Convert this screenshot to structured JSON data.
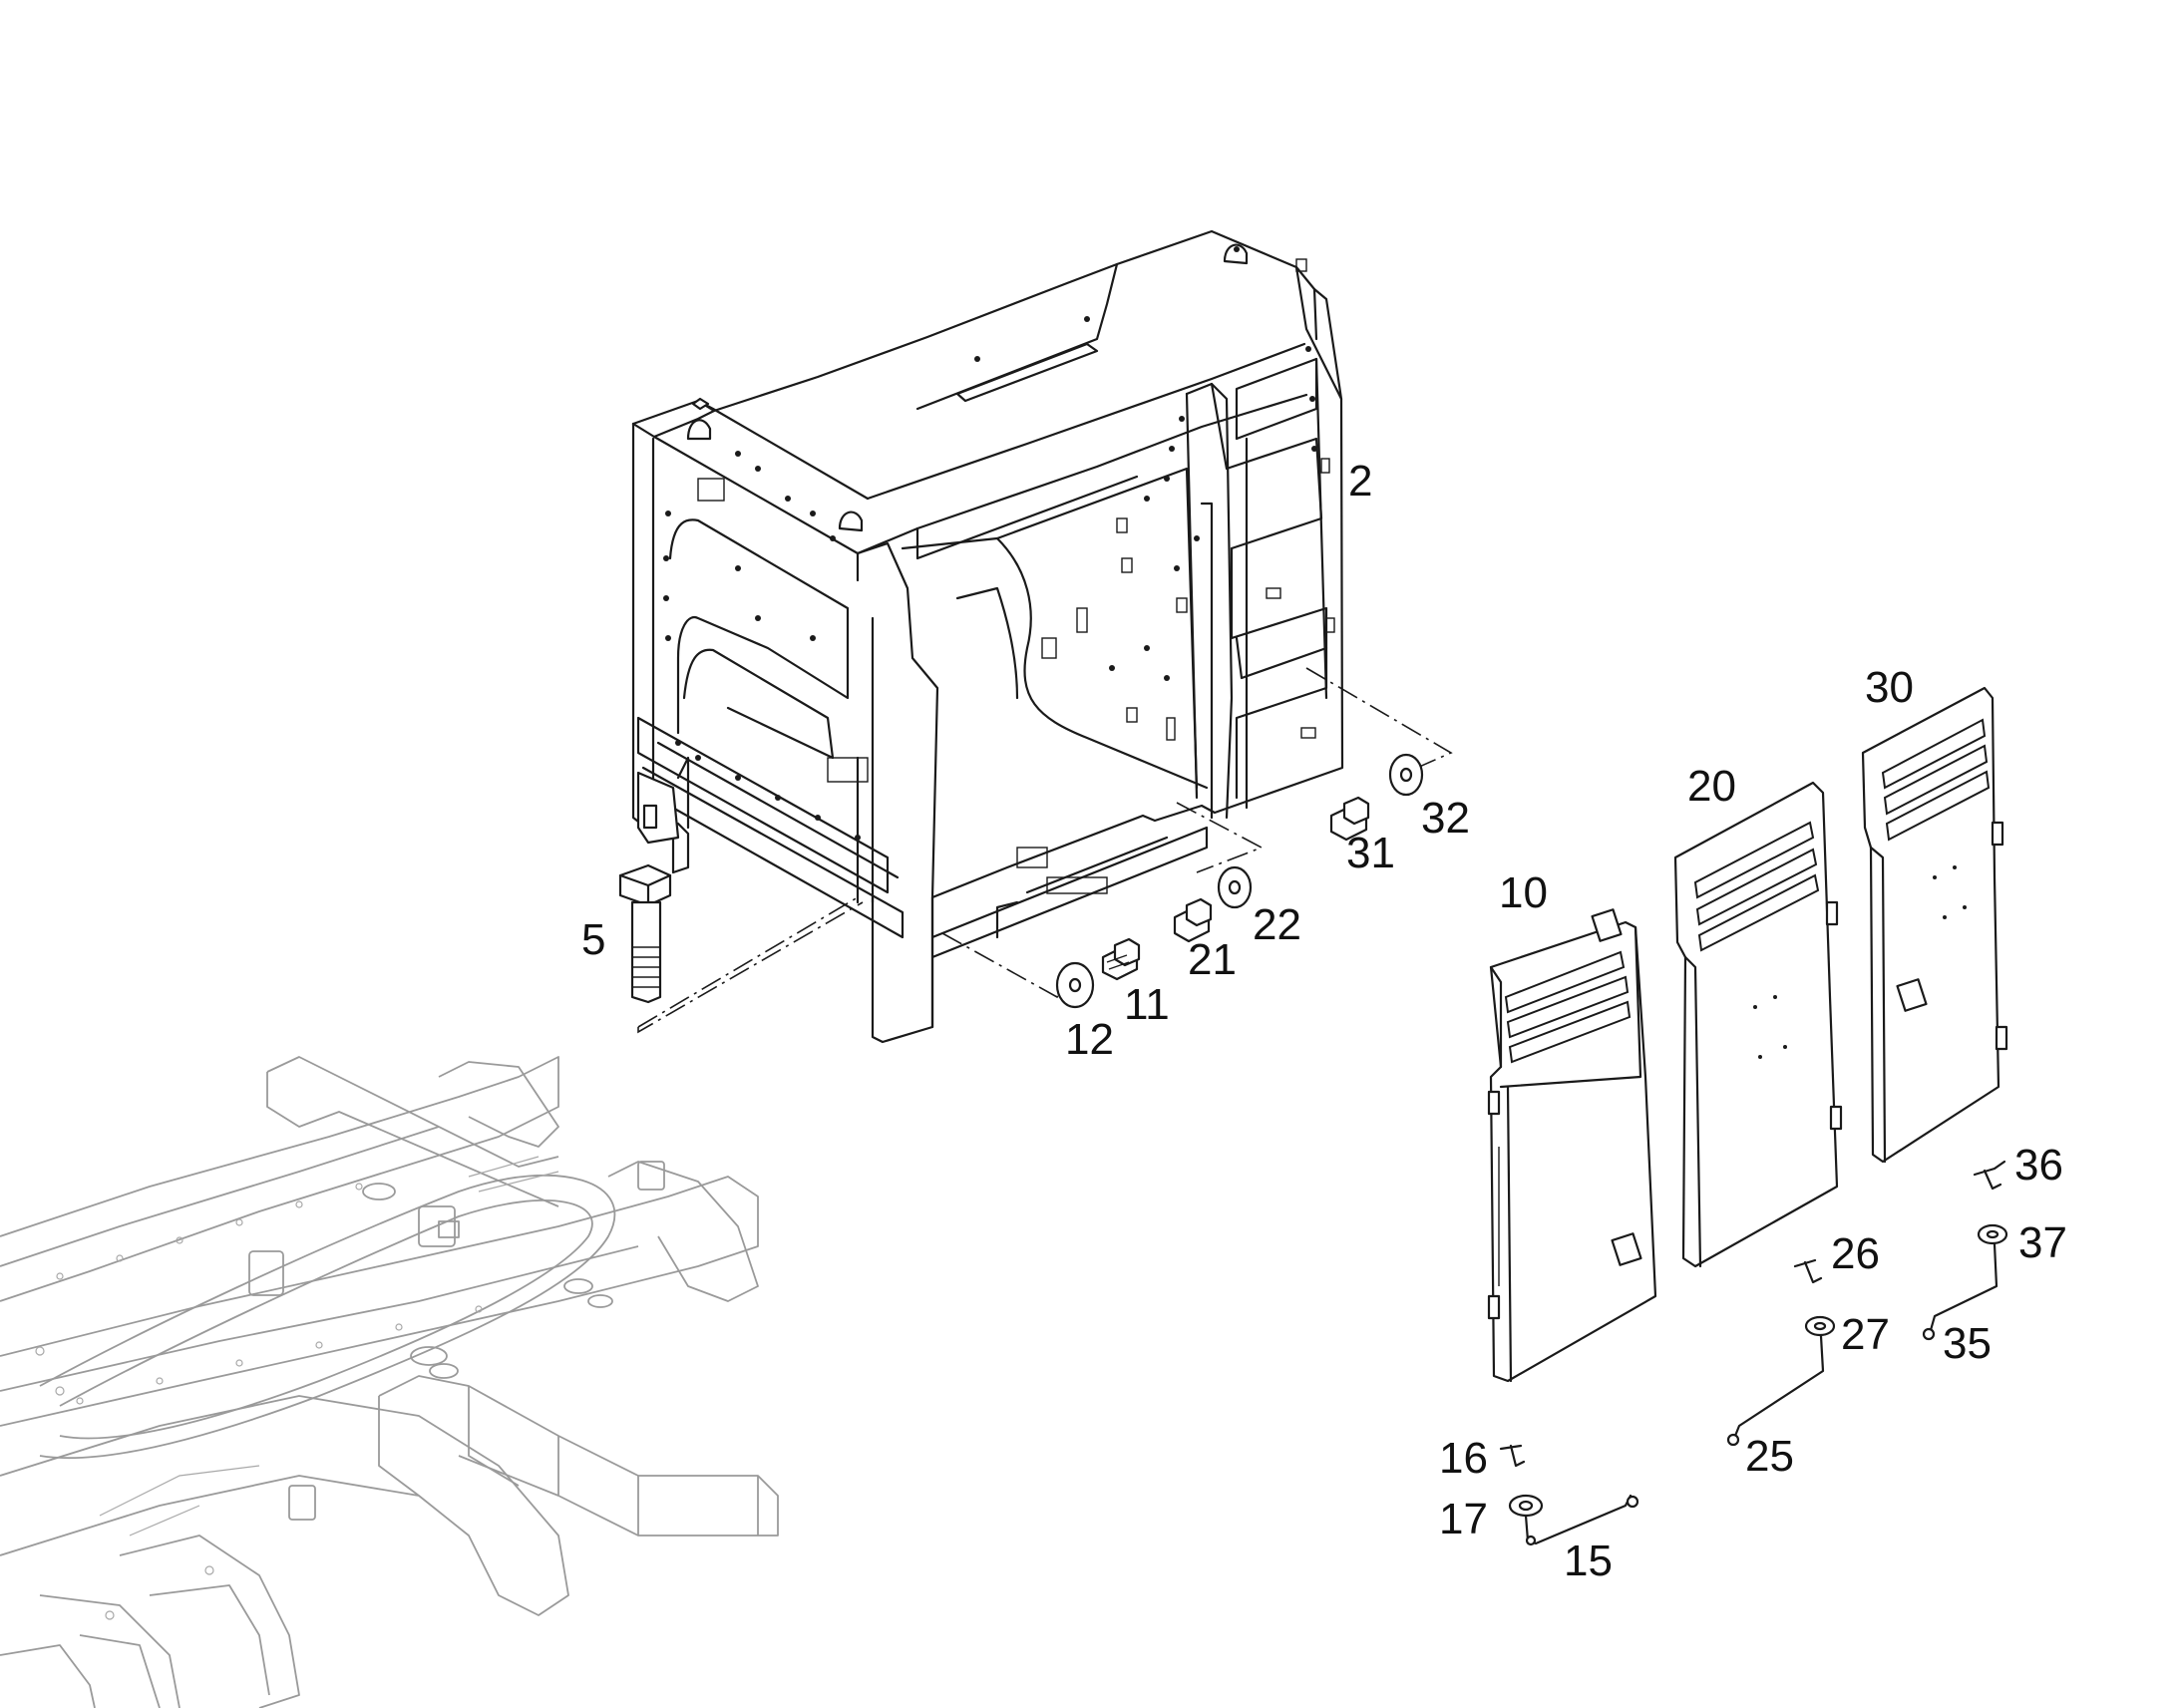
{
  "callouts": [
    {
      "id": "c2",
      "label": "2"
    },
    {
      "id": "c5",
      "label": "5"
    },
    {
      "id": "c10",
      "label": "10"
    },
    {
      "id": "c11",
      "label": "11"
    },
    {
      "id": "c12",
      "label": "12"
    },
    {
      "id": "c15",
      "label": "15"
    },
    {
      "id": "c16",
      "label": "16"
    },
    {
      "id": "c17",
      "label": "17"
    },
    {
      "id": "c20",
      "label": "20"
    },
    {
      "id": "c21",
      "label": "21"
    },
    {
      "id": "c22",
      "label": "22"
    },
    {
      "id": "c25",
      "label": "25"
    },
    {
      "id": "c26",
      "label": "26"
    },
    {
      "id": "c27",
      "label": "27"
    },
    {
      "id": "c30",
      "label": "30"
    },
    {
      "id": "c31",
      "label": "31"
    },
    {
      "id": "c32",
      "label": "32"
    },
    {
      "id": "c35",
      "label": "35"
    },
    {
      "id": "c36",
      "label": "36"
    },
    {
      "id": "c37",
      "label": "37"
    }
  ],
  "colors": {
    "line": "#1a1a1a",
    "background_frame": "#9a9a9a",
    "background": "#ffffff"
  }
}
